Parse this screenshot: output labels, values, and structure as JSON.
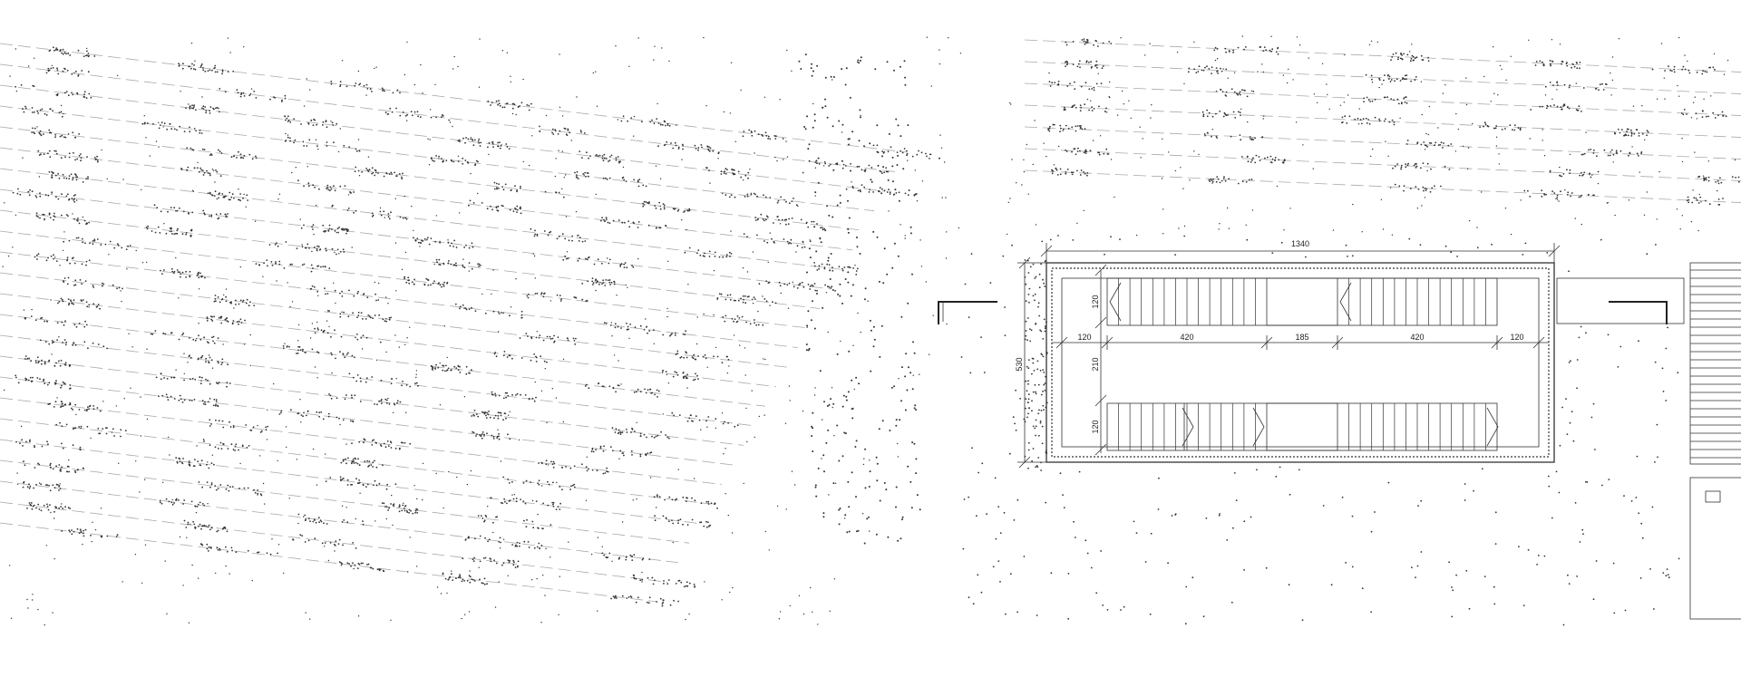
{
  "colors": {
    "background": "#ffffff",
    "ink": "#222222",
    "hatch": "#aaaaaa"
  },
  "dimensions": {
    "overall_length": "1340",
    "width": "530",
    "top_strip": "120",
    "middle_gap": "210",
    "bottom_strip": "120",
    "end_left": "120",
    "ramp_left": "420",
    "landing": "185",
    "ramp_right": "420",
    "end_right": "120"
  }
}
